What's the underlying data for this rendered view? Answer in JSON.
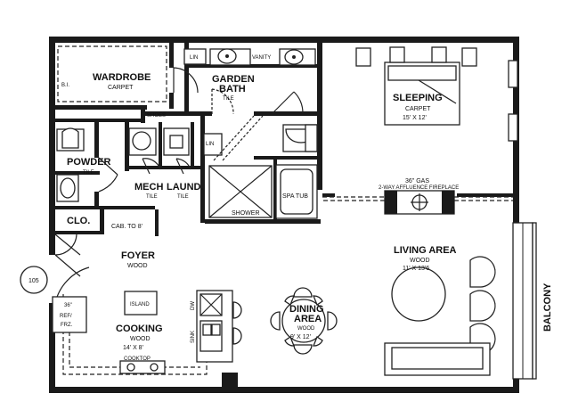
{
  "rooms": {
    "wardrobe": {
      "name": "WARDROBE",
      "floor": "CARPET"
    },
    "bi": "B.I.",
    "lin_top": "LIN",
    "vanity": "VANITY",
    "garden_bath": {
      "name1": "GARDEN",
      "name2": "BATH",
      "floor": "TILE"
    },
    "shoes": "SHOES",
    "lin_mid": "LIN",
    "powder": {
      "name": "POWDER",
      "floor": "TILE"
    },
    "mech": {
      "name": "MECH",
      "floor": "TILE"
    },
    "laund": {
      "name": "LAUND.",
      "floor": "TILE"
    },
    "shower": "SHOWER",
    "spa_tub": "SPA TUB",
    "sleeping": {
      "name": "SLEEPING",
      "floor": "CARPET",
      "size": "15' X 12'"
    },
    "fireplace": {
      "line1": "36\" GAS",
      "line2": "2-WAY AFFLUENCE FIREPLACE"
    },
    "clo": "CLO.",
    "cab": "CAB. TO 8'",
    "foyer": {
      "name": "FOYER",
      "floor": "WOOD"
    },
    "living": {
      "name": "LIVING AREA",
      "floor": "WOOD",
      "size": "11' X 13'6"
    },
    "unit_number": "105",
    "ref": {
      "line1": "36\"",
      "line2": "REF/",
      "line3": "FRZ."
    },
    "island": "ISLAND",
    "dw": "DW",
    "sink": "SINK",
    "cooking": {
      "name": "COOKING",
      "floor": "WOOD",
      "size": "14' X 8'"
    },
    "cooktop": "COOKTOP",
    "dining": {
      "name1": "DINING",
      "name2": "AREA",
      "floor": "WOOD",
      "size": "9' X 12'"
    },
    "balcony": "BALCONY"
  }
}
